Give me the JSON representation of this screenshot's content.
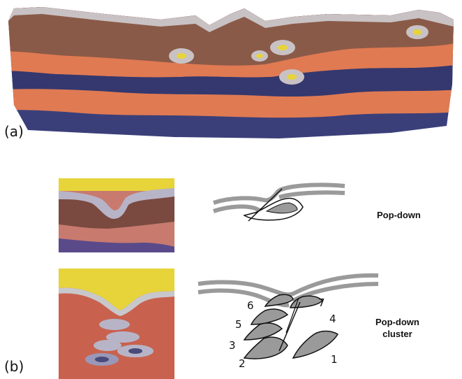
{
  "figure": {
    "panel_a_label": "(a)",
    "panel_b_label": "(b)"
  },
  "diagram_top": {
    "label": "Pop-down"
  },
  "diagram_bottom": {
    "label_line1": "Pop-down",
    "label_line2": "cluster",
    "numbers": [
      "1",
      "2",
      "3",
      "4",
      "5",
      "6",
      "7"
    ]
  },
  "colors": {
    "sand_brown": "#8a5a48",
    "sand_orange": "#e07a52",
    "sand_blue": "#3a3f7a",
    "sand_gray": "#b8b4b8",
    "sand_yellow": "#e6d43a",
    "diagram_gray": "#9a9a9a",
    "line": "#111111"
  }
}
